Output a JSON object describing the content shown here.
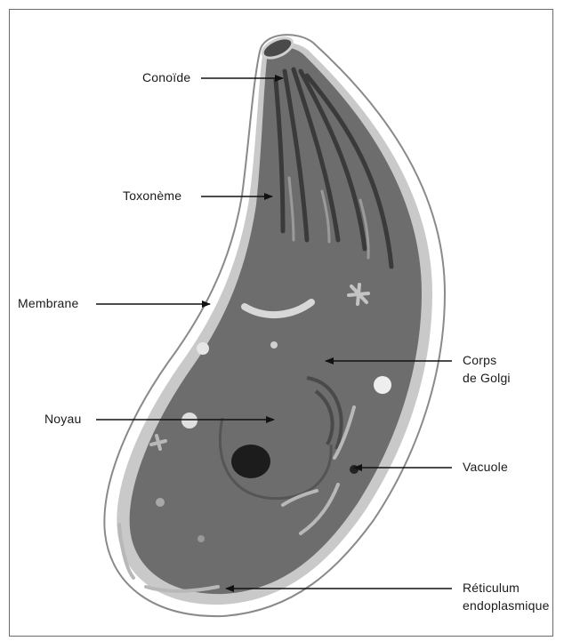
{
  "labels": {
    "conoide": "Conoïde",
    "toxoneme": "Toxonème",
    "membrane": "Membrane",
    "noyau": "Noyau",
    "corps_line1": "Corps",
    "corps_line2": "de Golgi",
    "vacuole": "Vacuole",
    "reticulum_line1": "Réticulum",
    "reticulum_line2": "endoplasmique"
  },
  "colors": {
    "cell_body": "#6d6d6d",
    "membrane_light": "#c9c9c9",
    "organelle_light": "#bdbdbd",
    "nucleus_dark": "#1c1c1c",
    "arrow": "#111111"
  }
}
